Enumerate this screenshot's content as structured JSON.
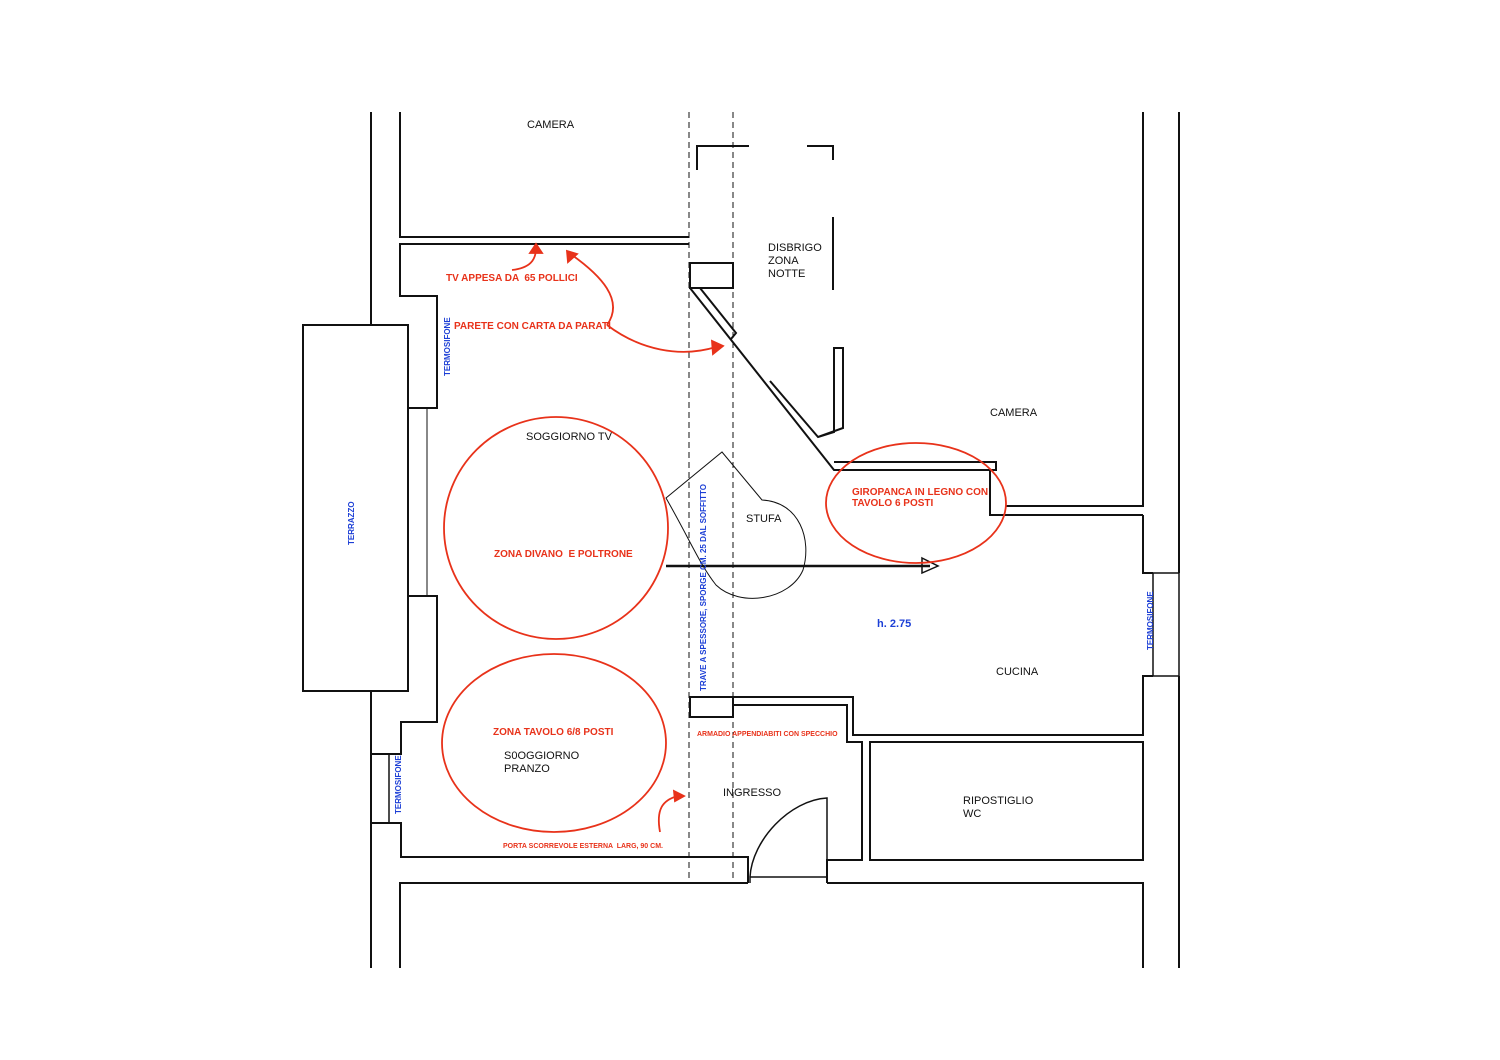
{
  "rooms": {
    "camera_top": "CAMERA",
    "disbrigo": "DISBRIGO\nZONA\nNOTTE",
    "camera_right": "CAMERA",
    "soggiorno_tv": "SOGGIORNO TV",
    "stufa": "STUFA",
    "cucina": "CUCINA",
    "soggiorno_pranzo": "S0OGGIORNO\nPRANZO",
    "ingresso": "INGRESSO",
    "ripostiglio": "RIPOSTIGLIO\nWC"
  },
  "annotations": {
    "tv": "TV APPESA DA  65 POLLICI",
    "parete": "PARETE CON CARTA DA PARATI",
    "zona_divano": "ZONA DIVANO  E POLTRONE",
    "giropanca": "GIROPANCA IN LEGNO CON\nTAVOLO 6 POSTI",
    "zona_tavolo": "ZONA TAVOLO 6/8 POSTI",
    "armadio": "ARMADIO APPENDIABITI CON SPECCHIO",
    "porta": "PORTA SCORREVOLE ESTERNA  LARG, 90 CM."
  },
  "technical": {
    "terrazzo": "TERRAZZO",
    "termosifone_1": "TERMOSIFONE",
    "termosifone_2": "TERMOSIFONE",
    "termosifone_3": "TERMOSIFONE",
    "trave": "TRAVE A SPESSORE, SPORGE CM. 25 DAL SOFFITTO",
    "height": "h. 2.75"
  },
  "colors": {
    "annotation": "#e8321a",
    "technical": "#1c3fd6",
    "wall": "#111111"
  }
}
